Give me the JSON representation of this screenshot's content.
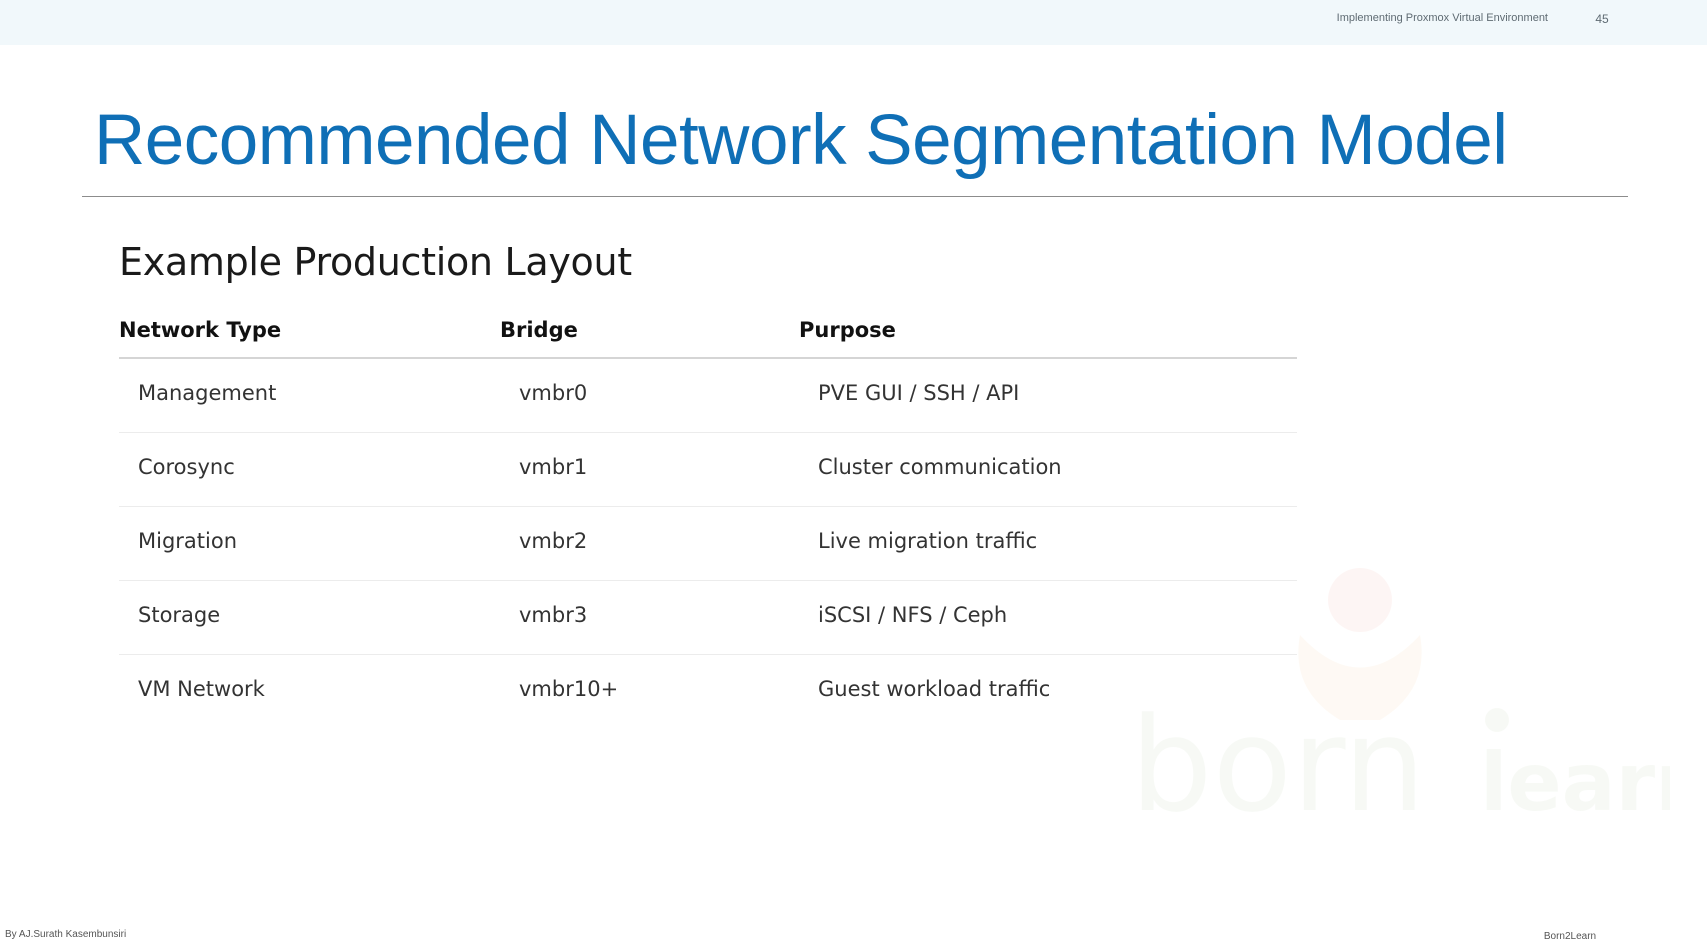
{
  "header": {
    "deck_title": "Implementing Proxmox Virtual Environment",
    "page_number": "45"
  },
  "slide": {
    "title": "Recommended Network Segmentation Model",
    "section_heading": "Example Production Layout"
  },
  "table": {
    "columns": [
      "Network Type",
      "Bridge",
      "Purpose"
    ],
    "rows": [
      [
        "Management",
        "vmbr0",
        "PVE GUI / SSH / API"
      ],
      [
        "Corosync",
        "vmbr1",
        "Cluster communication"
      ],
      [
        "Migration",
        "vmbr2",
        "Live migration traffic"
      ],
      [
        "Storage",
        "vmbr3",
        "iSCSI / NFS / Ceph"
      ],
      [
        "VM Network",
        "vmbr10+",
        "Guest workload traffic"
      ]
    ]
  },
  "watermark": {
    "logo_text": "born learn",
    "colors": {
      "figure_head": "#e8533b",
      "figure_body": "#f0a23a",
      "text": "#6fa04a"
    }
  },
  "footer": {
    "author": "By AJ.Surath Kasembunsiri",
    "brand": "Born2Learn"
  },
  "colors": {
    "title": "#0f6fb6",
    "header_band": "#f1f8fb"
  }
}
